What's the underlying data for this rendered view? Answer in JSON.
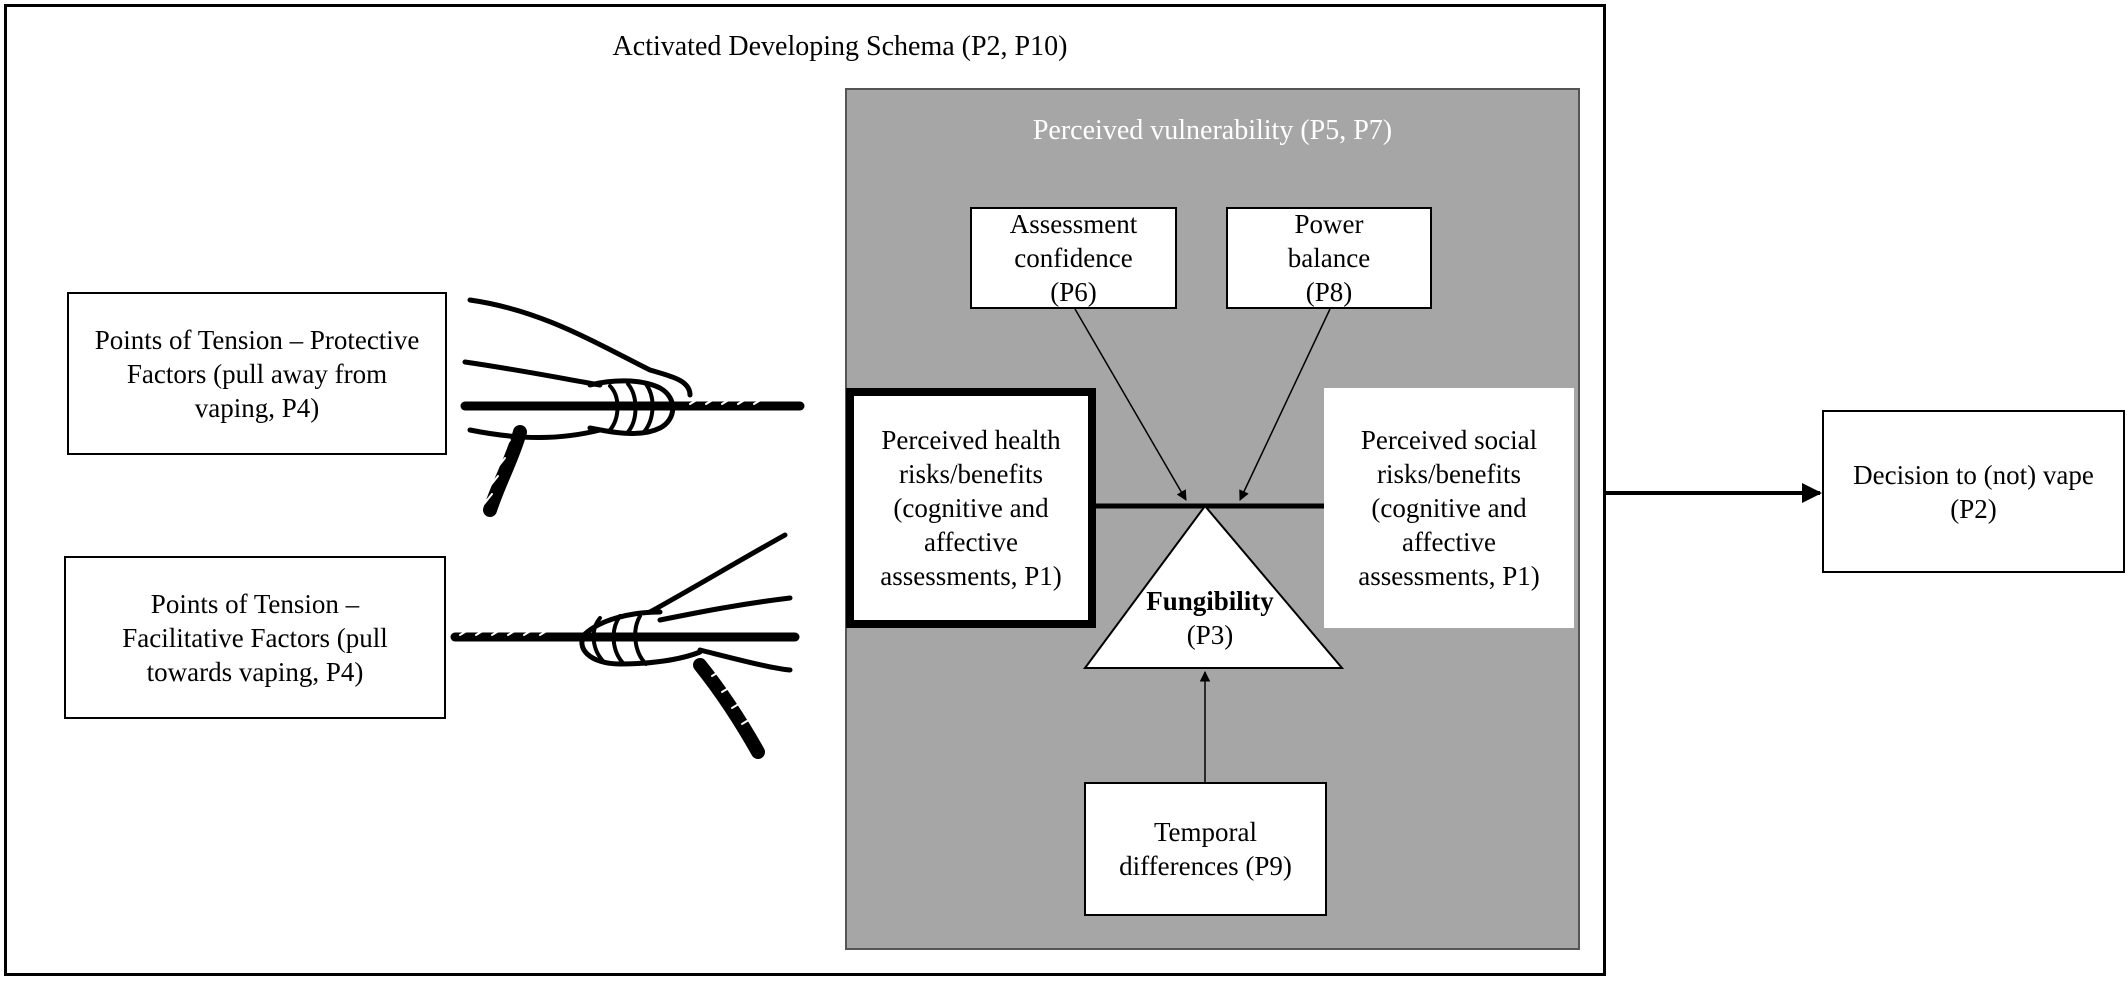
{
  "diagram": {
    "schema_title": "Activated Developing Schema (P2, P10)",
    "vulnerability_title": "Perceived vulnerability  (P5, P7)",
    "assessment_confidence": "Assessment\nconfidence\n(P6)",
    "power_balance": "Power\nbalance\n(P8)",
    "perceived_health": "Perceived health\nrisks/benefits\n(cognitive and\naffective\nassessments, P1)",
    "perceived_social": "Perceived social\nrisks/benefits\n(cognitive and\naffective\nassessments, P1)",
    "fungibility_title": "Fungibility",
    "fungibility_code": "(P3)",
    "temporal_differences": "Temporal\ndifferences (P9)",
    "decision": "Decision to (not) vape\n(P2)",
    "protective_factors": "Points of Tension – Protective\nFactors (pull away from\nvaping, P4)",
    "facilitative_factors": "Points of Tension –\nFacilitative  Factors (pull\ntowards vaping, P4)"
  },
  "icons": [
    "hands-pulling-rope-icon",
    "hands-pulling-rope-icon"
  ],
  "colors": {
    "vulnerability_panel": "#a6a6a6",
    "panel_title": "#ffffff",
    "lines": "#000000"
  }
}
